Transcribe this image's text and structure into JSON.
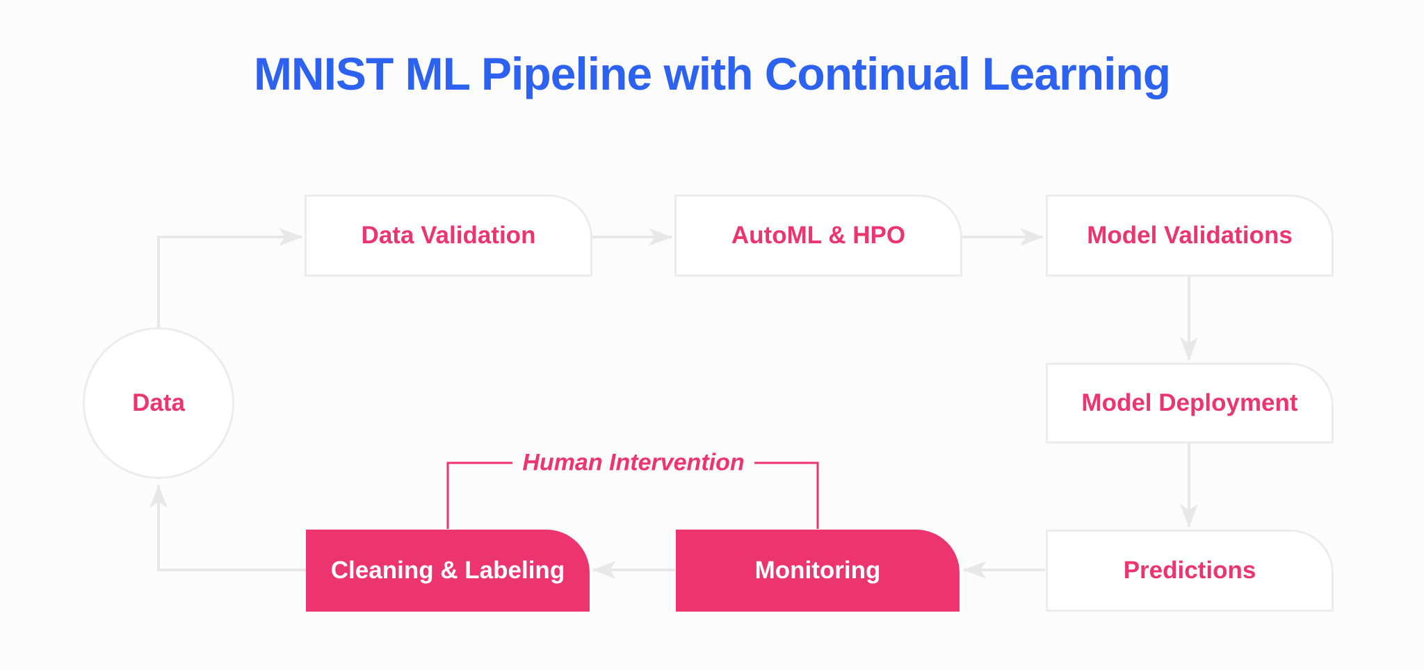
{
  "title": {
    "text": "MNIST ML Pipeline with Continual Learning",
    "color": "#2d62f0"
  },
  "colors": {
    "accent_pink": "#ec346e",
    "title_blue": "#2d62f0",
    "connector_gray": "#e8e8e8",
    "node_border_gray": "#ececec",
    "node_fill": "#ffffff",
    "background": "#fcfcfc",
    "filled_node_text": "#ffffff"
  },
  "nodes": [
    {
      "id": "data",
      "label": "Data",
      "shape": "circle",
      "style": "outline"
    },
    {
      "id": "data-validation",
      "label": "Data Validation",
      "shape": "box",
      "style": "outline"
    },
    {
      "id": "automl-hpo",
      "label": "AutoML & HPO",
      "shape": "box",
      "style": "outline"
    },
    {
      "id": "model-validations",
      "label": "Model Validations",
      "shape": "box",
      "style": "outline"
    },
    {
      "id": "model-deployment",
      "label": "Model Deployment",
      "shape": "box",
      "style": "outline"
    },
    {
      "id": "predictions",
      "label": "Predictions",
      "shape": "box",
      "style": "outline"
    },
    {
      "id": "monitoring",
      "label": "Monitoring",
      "shape": "box",
      "style": "filled"
    },
    {
      "id": "cleaning-labeling",
      "label": "Cleaning & Labeling",
      "shape": "box",
      "style": "filled"
    }
  ],
  "annotation": {
    "label": "Human Intervention",
    "targets": [
      "Cleaning & Labeling",
      "Monitoring"
    ]
  },
  "edges": [
    {
      "from": "Data",
      "to": "Data Validation"
    },
    {
      "from": "Data Validation",
      "to": "AutoML & HPO"
    },
    {
      "from": "AutoML & HPO",
      "to": "Model Validations"
    },
    {
      "from": "Model Validations",
      "to": "Model Deployment"
    },
    {
      "from": "Model Deployment",
      "to": "Predictions"
    },
    {
      "from": "Predictions",
      "to": "Monitoring"
    },
    {
      "from": "Monitoring",
      "to": "Cleaning & Labeling"
    },
    {
      "from": "Cleaning & Labeling",
      "to": "Data"
    }
  ]
}
